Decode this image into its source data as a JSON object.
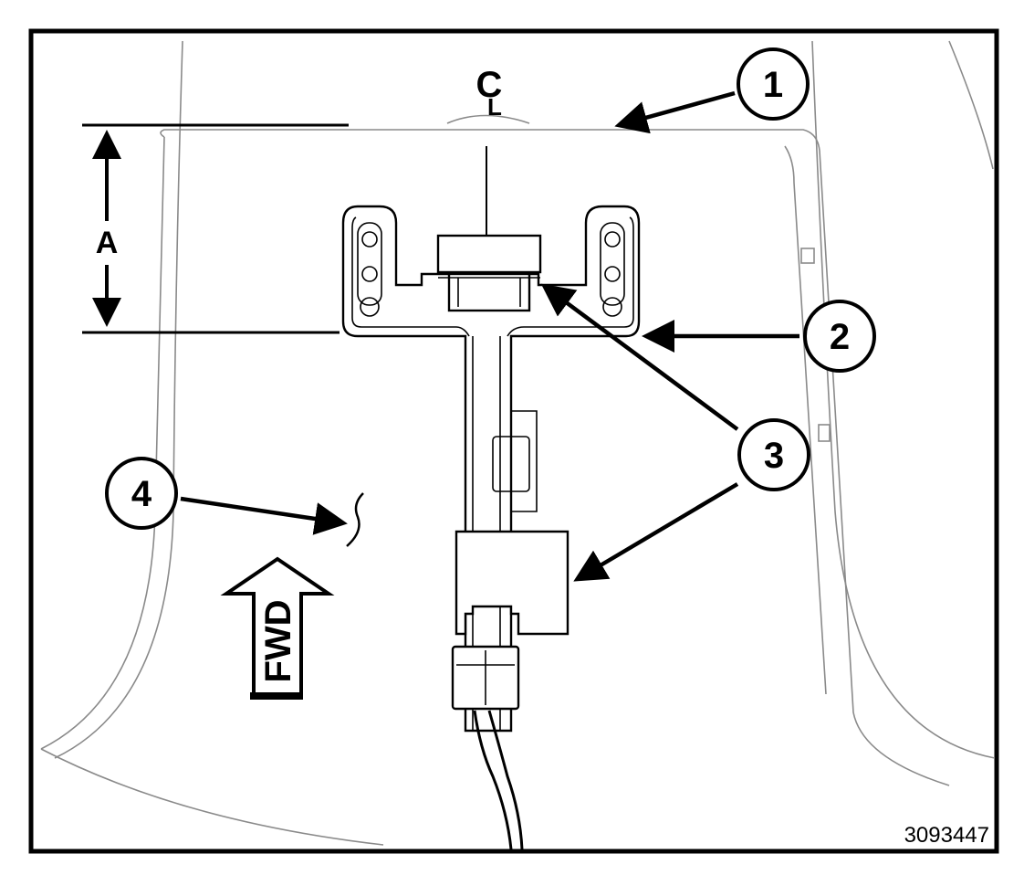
{
  "figure": {
    "centerline_symbol": "C",
    "centerline_subscript": "L",
    "dimension_label": "A",
    "direction_label": "FWD",
    "figure_id": "3093447",
    "callouts": [
      "1",
      "2",
      "3",
      "4"
    ]
  },
  "colors": {
    "line": "#000000",
    "background": "#ffffff",
    "faint_line": "#8a8a8a"
  }
}
